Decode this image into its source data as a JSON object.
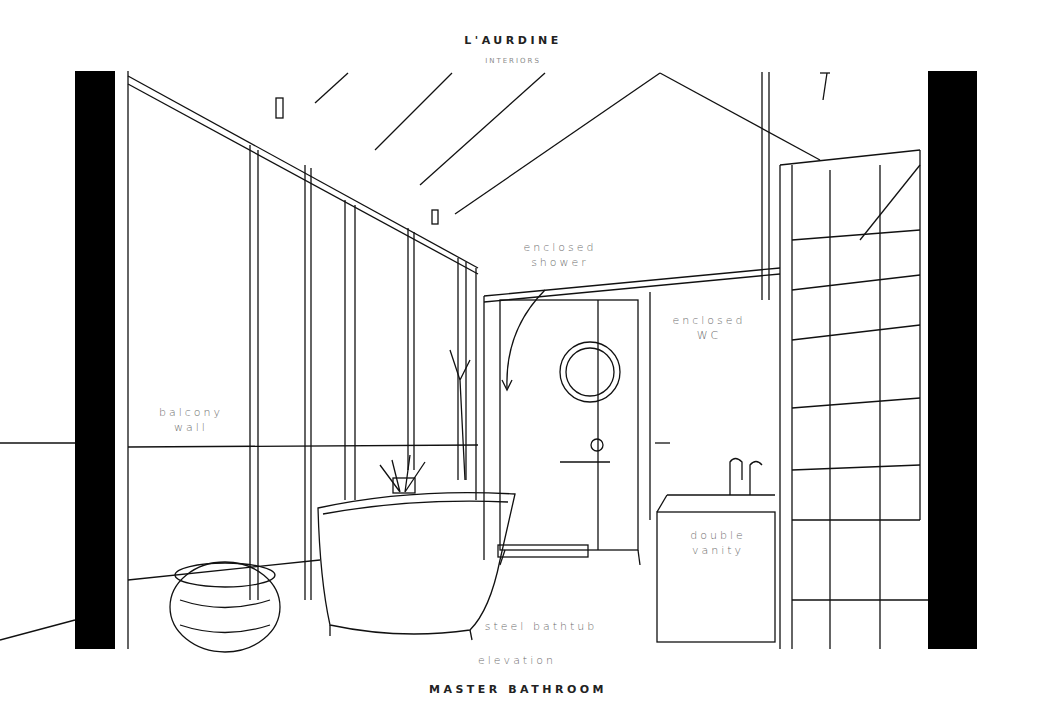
{
  "diagram": {
    "title": "L'AURDINE",
    "caption": "MASTER BATHROOM",
    "labels": [
      "INTERIORS",
      "enclosed shower",
      "enclosed WC",
      "balcony wall",
      "double vanity",
      "steel bathtub",
      "elevation"
    ]
  }
}
